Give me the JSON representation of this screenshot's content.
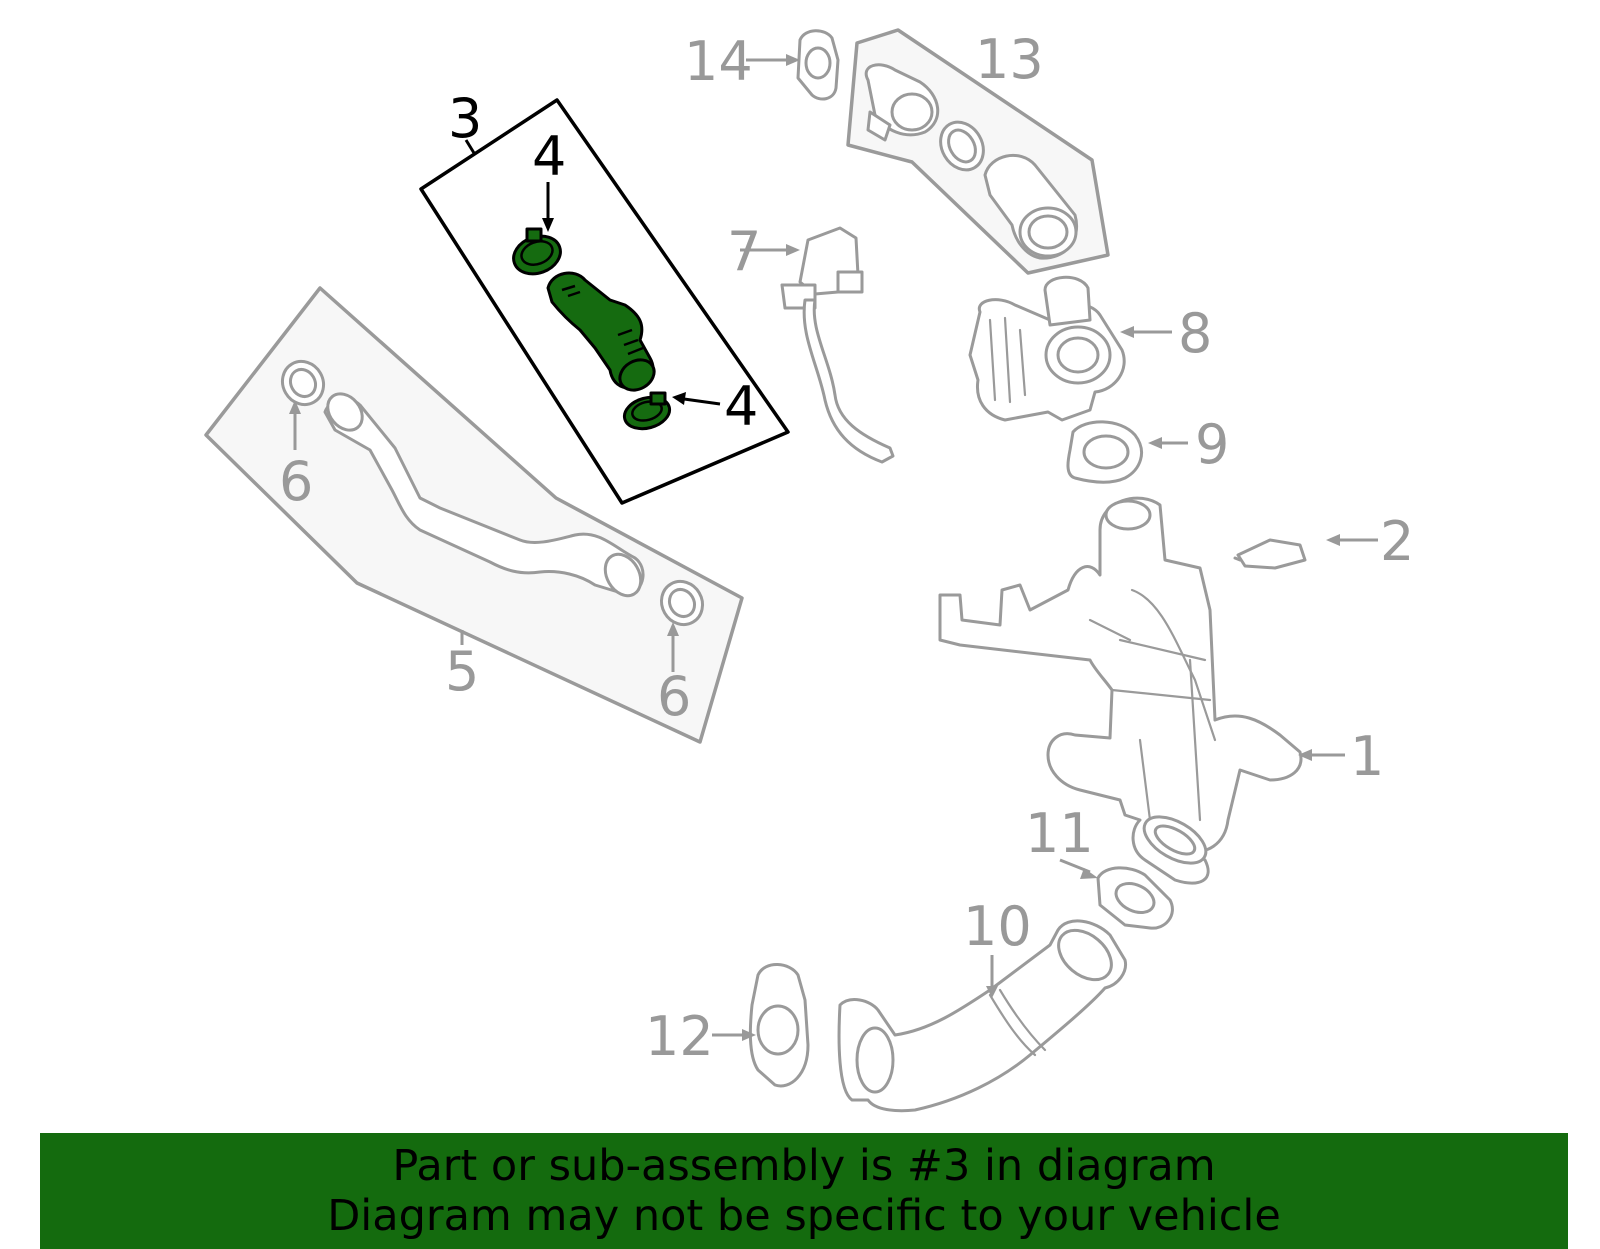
{
  "diagram": {
    "callouts": {
      "c1": "1",
      "c2": "2",
      "c3": "3",
      "c4a": "4",
      "c4b": "4",
      "c5": "5",
      "c6a": "6",
      "c6b": "6",
      "c7": "7",
      "c8": "8",
      "c9": "9",
      "c10": "10",
      "c11": "11",
      "c12": "12",
      "c13": "13",
      "c14": "14"
    },
    "highlight_part": "3",
    "colors": {
      "highlight": "#156b10",
      "parts": "#9a9a9a",
      "banner": "#146b0e"
    }
  },
  "banner": {
    "line1": "Part or sub-assembly is #3 in diagram",
    "line2": "Diagram may not be specific to your vehicle"
  }
}
